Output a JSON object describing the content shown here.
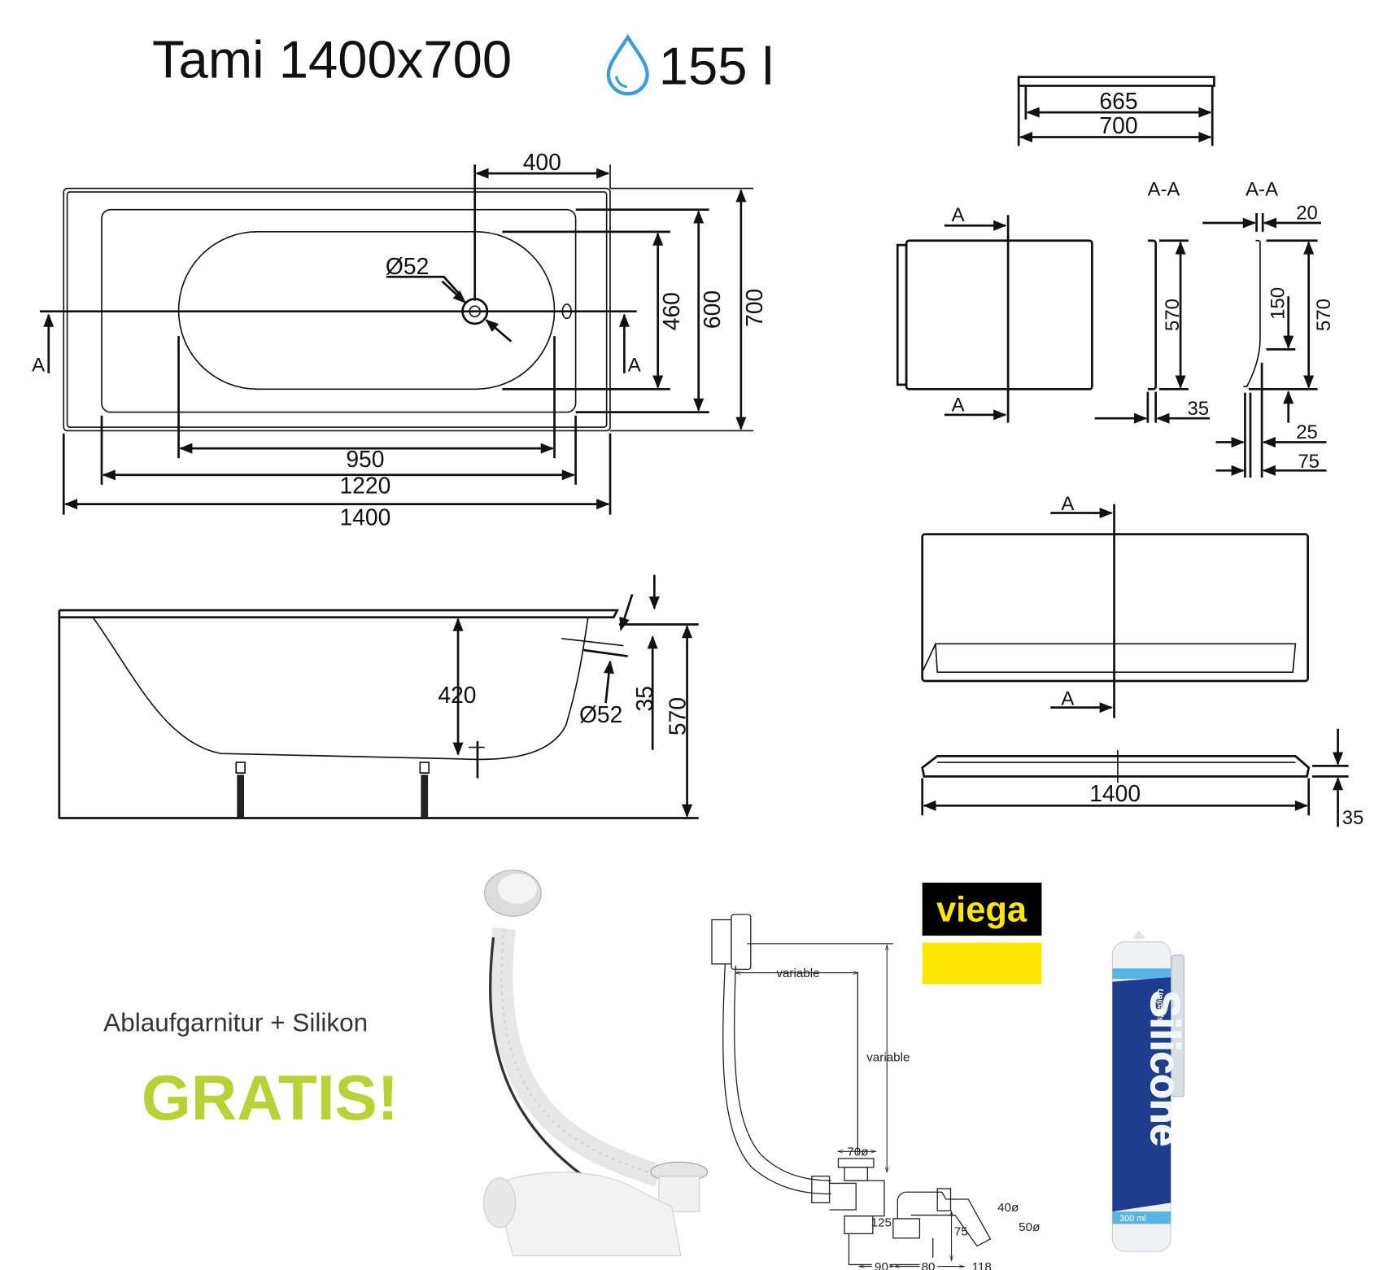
{
  "header": {
    "title": "Tami 1400x700",
    "volume": "155 l",
    "volume_icon": "water-drop-icon",
    "accent_color": "#3a9fd8"
  },
  "top_view": {
    "dim_400": "400",
    "dim_700": "700",
    "dim_600": "600",
    "dim_460": "460",
    "dim_950": "950",
    "dim_1220": "1220",
    "dim_1400": "1400",
    "drain_diameter": "Ø52",
    "section_left": "A",
    "section_right": "A"
  },
  "side_view": {
    "dim_420": "420",
    "dim_35": "35",
    "dim_570": "570",
    "overflow_diameter": "Ø52"
  },
  "end_panel": {
    "dim_665": "665",
    "dim_700": "700",
    "section_top": "A",
    "section_bottom": "A",
    "section1_title": "A-A",
    "section1_height": "570",
    "section1_thickness": "35",
    "section2_title": "A-A",
    "section2_dim_20": "20",
    "section2_dim_150": "150",
    "section2_dim_570": "570",
    "section2_dim_25": "25",
    "section2_dim_75": "75"
  },
  "front_panel": {
    "section_top": "A",
    "section_bottom": "A",
    "dim_1400": "1400",
    "dim_35": "35"
  },
  "promo": {
    "line1": "Ablaufgarnitur + Silikon",
    "line2": "GRATIS!",
    "gratis_color": "#b5d334"
  },
  "drain_diagram": {
    "variable_horizontal": "variable",
    "variable_vertical": "variable",
    "dim_70": "70ø",
    "dim_125": "125",
    "dim_75": "75",
    "dim_40": "40ø",
    "dim_50": "50ø",
    "dim_90": "90",
    "dim_80": "80",
    "dim_118": "118"
  },
  "brand": {
    "logo_text": "viega",
    "logo_black": "#000000",
    "logo_yellow": "#ffe600"
  },
  "silicone": {
    "brand": "Unipak's",
    "name": "Silicone",
    "subtitle": "silicon sealant",
    "volume": "300 ml"
  }
}
